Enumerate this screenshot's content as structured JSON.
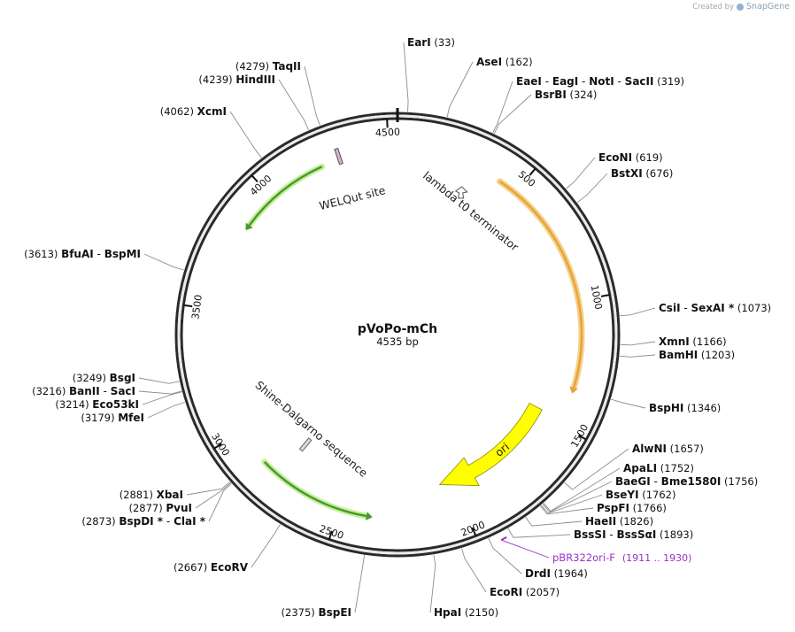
{
  "credit": {
    "created_by": "Created by",
    "brand": "SnapGene"
  },
  "plasmid": {
    "name": "pVoPo-mCh",
    "size_label": "4535 bp",
    "length": 4535
  },
  "ticks": [
    {
      "pos": 500,
      "label": "500"
    },
    {
      "pos": 1000,
      "label": "1000"
    },
    {
      "pos": 1500,
      "label": "1500"
    },
    {
      "pos": 2000,
      "label": "2000"
    },
    {
      "pos": 2500,
      "label": "2500"
    },
    {
      "pos": 3000,
      "label": "3000"
    },
    {
      "pos": 3500,
      "label": "3500"
    },
    {
      "pos": 4000,
      "label": "4000"
    },
    {
      "pos": 4500,
      "label": "4500"
    }
  ],
  "sites": [
    {
      "names": [
        "EarI"
      ],
      "pos": 33,
      "pos_label": "(33)"
    },
    {
      "names": [
        "AseI"
      ],
      "pos": 162,
      "pos_label": "(162)"
    },
    {
      "names": [
        "EaeI",
        "EagI",
        "NotI",
        "SacII"
      ],
      "pos": 319,
      "pos_label": "(319)"
    },
    {
      "names": [
        "BsrBI"
      ],
      "pos": 324,
      "pos_label": "(324)"
    },
    {
      "names": [
        "EcoNI"
      ],
      "pos": 619,
      "pos_label": "(619)"
    },
    {
      "names": [
        "BstXI"
      ],
      "pos": 676,
      "pos_label": "(676)"
    },
    {
      "names": [
        "CsiI",
        "SexAI *"
      ],
      "pos": 1073,
      "pos_label": "(1073)"
    },
    {
      "names": [
        "XmnI"
      ],
      "pos": 1166,
      "pos_label": "(1166)"
    },
    {
      "names": [
        "BamHI"
      ],
      "pos": 1203,
      "pos_label": "(1203)"
    },
    {
      "names": [
        "BspHI"
      ],
      "pos": 1346,
      "pos_label": "(1346)"
    },
    {
      "names": [
        "AlwNI"
      ],
      "pos": 1657,
      "pos_label": "(1657)"
    },
    {
      "names": [
        "ApaLI"
      ],
      "pos": 1752,
      "pos_label": "(1752)"
    },
    {
      "names": [
        "BaeGI",
        "Bme1580I"
      ],
      "pos": 1756,
      "pos_label": "(1756)"
    },
    {
      "names": [
        "BseYI"
      ],
      "pos": 1762,
      "pos_label": "(1762)"
    },
    {
      "names": [
        "PspFI"
      ],
      "pos": 1766,
      "pos_label": "(1766)"
    },
    {
      "names": [
        "HaeII"
      ],
      "pos": 1826,
      "pos_label": "(1826)"
    },
    {
      "names": [
        "BssSI",
        "BssSαI"
      ],
      "pos": 1893,
      "pos_label": "(1893)"
    },
    {
      "names": [
        "DrdI"
      ],
      "pos": 1964,
      "pos_label": "(1964)"
    },
    {
      "names": [
        "EcoRI"
      ],
      "pos": 2057,
      "pos_label": "(2057)"
    },
    {
      "names": [
        "HpaI"
      ],
      "pos": 2150,
      "pos_label": "(2150)"
    },
    {
      "names": [
        "BspEI"
      ],
      "pos": 2375,
      "pos_label": "(2375)"
    },
    {
      "names": [
        "EcoRV"
      ],
      "pos": 2667,
      "pos_label": "(2667)"
    },
    {
      "names": [
        "BspDI *",
        "ClaI *"
      ],
      "pos": 2873,
      "pos_label": "(2873)"
    },
    {
      "names": [
        "PvuI"
      ],
      "pos": 2877,
      "pos_label": "(2877)"
    },
    {
      "names": [
        "XbaI"
      ],
      "pos": 2881,
      "pos_label": "(2881)"
    },
    {
      "names": [
        "MfeI"
      ],
      "pos": 3179,
      "pos_label": "(3179)"
    },
    {
      "names": [
        "Eco53kI"
      ],
      "pos": 3214,
      "pos_label": "(3214)"
    },
    {
      "names": [
        "BanII",
        "SacI"
      ],
      "pos": 3216,
      "pos_label": "(3216)"
    },
    {
      "names": [
        "BsgI"
      ],
      "pos": 3249,
      "pos_label": "(3249)"
    },
    {
      "names": [
        "BfuAI",
        "BspMI"
      ],
      "pos": 3613,
      "pos_label": "(3613)"
    },
    {
      "names": [
        "XcmI"
      ],
      "pos": 4062,
      "pos_label": "(4062)"
    },
    {
      "names": [
        "HindIII"
      ],
      "pos": 4239,
      "pos_label": "(4239)"
    },
    {
      "names": [
        "TaqII"
      ],
      "pos": 4279,
      "pos_label": "(4279)"
    }
  ],
  "primer": {
    "name": "pBR322ori-F",
    "range_label": "(1911 .. 1930)",
    "start": 1911,
    "end": 1930,
    "color": "#9b30c8"
  },
  "features": [
    {
      "label": "lambda t0 terminator",
      "kind": "terminator",
      "pos": 300
    },
    {
      "label": "WELQut site",
      "kind": "site",
      "pos": 4305
    },
    {
      "label": "Shine-Dalgarno sequence",
      "kind": "rbs",
      "pos": 2770
    },
    {
      "label": "ori",
      "kind": "origin",
      "start": 1480,
      "end": 2070,
      "color": "#ffff00"
    }
  ],
  "arcs": [
    {
      "start": 425,
      "end": 1345,
      "color": "#e8a33a",
      "glow": "#f5d08a",
      "direction": "cw"
    },
    {
      "start": 2850,
      "end": 2390,
      "color": "#4a9a2a",
      "glow": "#c6efa0",
      "direction": "ccw-in"
    },
    {
      "start": 4230,
      "end": 3860,
      "color": "#4a9a2a",
      "glow": "#c6efa0",
      "direction": "ccw"
    }
  ]
}
